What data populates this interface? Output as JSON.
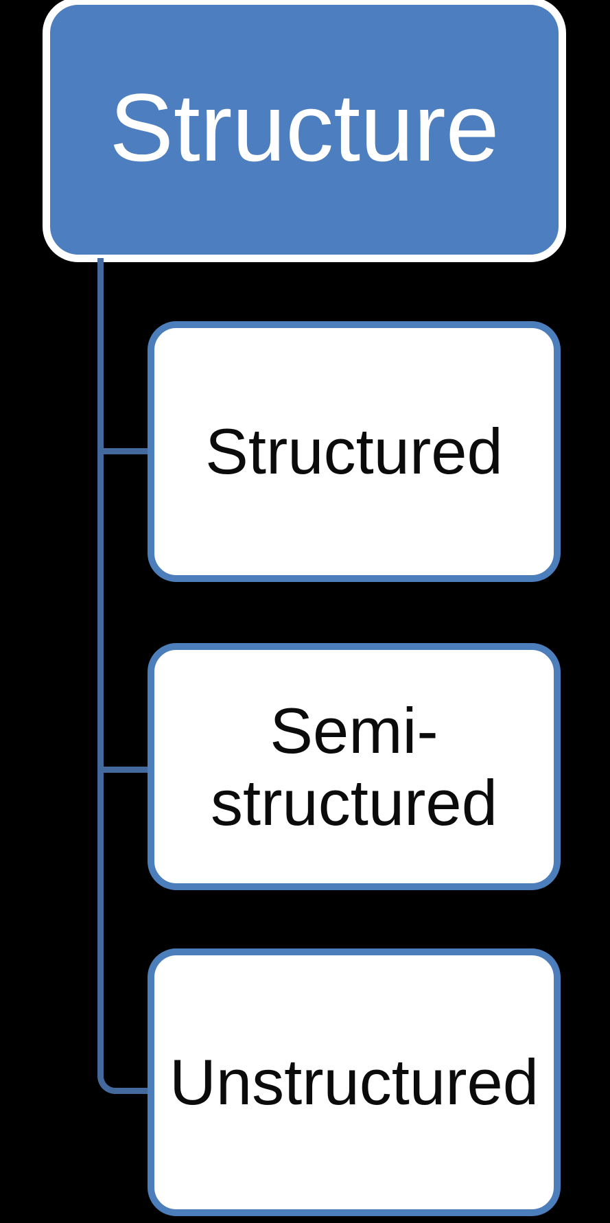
{
  "diagram": {
    "type": "hierarchy",
    "root": {
      "label": "Structure"
    },
    "children": [
      {
        "label": "Structured"
      },
      {
        "label": "Semi-\nstructured"
      },
      {
        "label": "Unstructured"
      }
    ]
  },
  "colors": {
    "background": "#000000",
    "root_fill": "#4D7EBF",
    "root_border": "#FFFFFF",
    "root_text": "#FFFFFF",
    "child_fill": "#FFFFFF",
    "child_border": "#4C7EBB",
    "child_text": "#0B0B0B",
    "connector": "#44699C"
  }
}
